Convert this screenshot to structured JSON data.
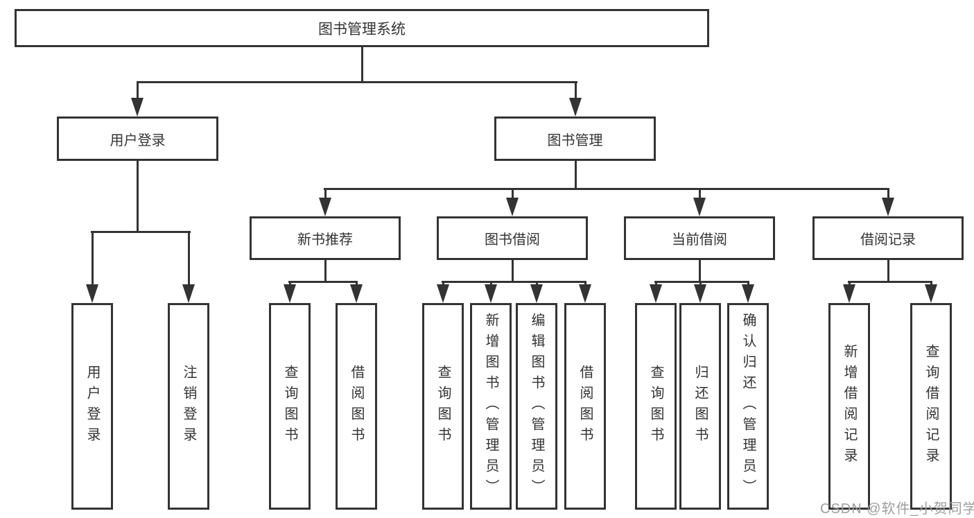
{
  "tree": {
    "root": "图书管理系统",
    "children": [
      {
        "label": "用户登录",
        "children": [
          "用户登录",
          "注销登录"
        ]
      },
      {
        "label": "图书管理",
        "children": [
          {
            "label": "新书推荐",
            "children": [
              "查询图书",
              "借阅图书"
            ]
          },
          {
            "label": "图书借阅",
            "children": [
              "查询图书",
              "新增图书（管理员）",
              "编辑图书（管理员）",
              "借阅图书"
            ]
          },
          {
            "label": "当前借阅",
            "children": [
              "查询图书",
              "归还图书",
              "确认归还（管理员）"
            ]
          },
          {
            "label": "借阅记录",
            "children": [
              "新增借阅记录",
              "查询借阅记录"
            ]
          }
        ]
      }
    ]
  },
  "watermark": {
    "text": "CSDN @软件_小贺同学"
  },
  "colors": {
    "line": "#333333",
    "text": "#333333",
    "watermark": "#9e9e9e",
    "background": "#ffffff"
  }
}
